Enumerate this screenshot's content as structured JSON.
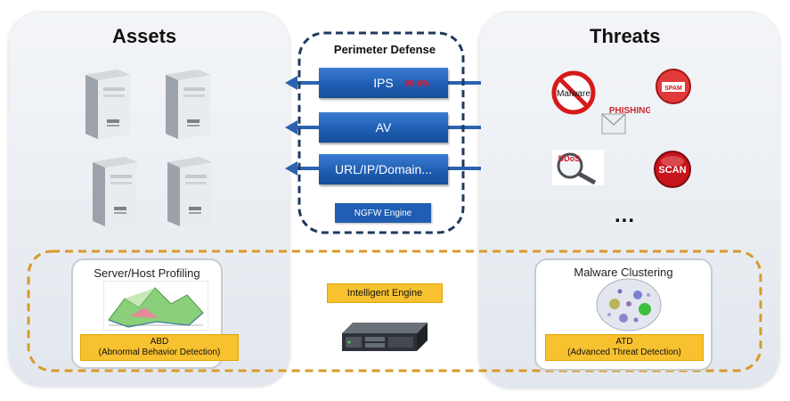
{
  "assets": {
    "title": "Assets"
  },
  "threats": {
    "title": "Threats",
    "icons": {
      "malware": "Malware",
      "spam": "SPAM",
      "phishing": "PHISHING",
      "ddos": "DDoS",
      "scan": "SCAN"
    },
    "more": "..."
  },
  "perimeter": {
    "title": "Perimeter Defense",
    "bars": [
      {
        "label": "IPS",
        "badge": "99.6%"
      },
      {
        "label": "AV"
      },
      {
        "label": "URL/IP/Domain..."
      }
    ],
    "engine": "NGFW Engine"
  },
  "intelligent": {
    "label": "Intelligent Engine"
  },
  "profiling": {
    "title": "Server/Host Profiling",
    "box_title": "ABD",
    "box_sub": "(Abnormal Behavior Detection)"
  },
  "clustering": {
    "title": "Malware Clustering",
    "box_title": "ATD",
    "box_sub": "(Advanced Threat Detection)"
  },
  "colors": {
    "blue_bar": "#1f5eb3",
    "yellow_box": "#f7c12f",
    "dashed_navy": "#1f3a5f",
    "dashed_orange": "#d99a2b",
    "badge_red": "#d7192a"
  }
}
